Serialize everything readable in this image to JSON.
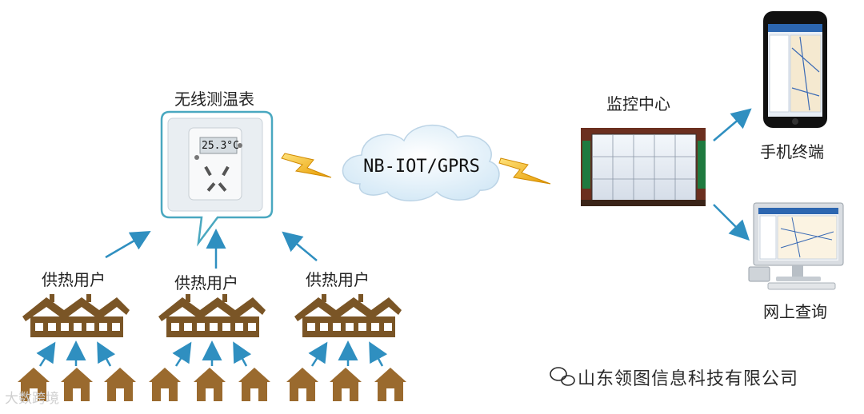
{
  "sensor": {
    "title": "无线测温表",
    "display": "25.3°C"
  },
  "network": {
    "label": "NB-IOT/GPRS"
  },
  "center": {
    "title": "监控中心"
  },
  "mobile": {
    "title": "手机终端"
  },
  "web": {
    "title": "网上查询"
  },
  "groups": [
    {
      "label": "供热用户"
    },
    {
      "label": "供热用户"
    },
    {
      "label": "供热用户"
    }
  ],
  "watermarks": {
    "left": "大数跨境",
    "right": "山东领图信息科技有限公司"
  },
  "colors": {
    "arrow": "#2f8fc0",
    "house": "#7a5526",
    "bubble_border": "#4aa8c0",
    "bolt": "#f3b81c",
    "screen": "#223a7a"
  }
}
